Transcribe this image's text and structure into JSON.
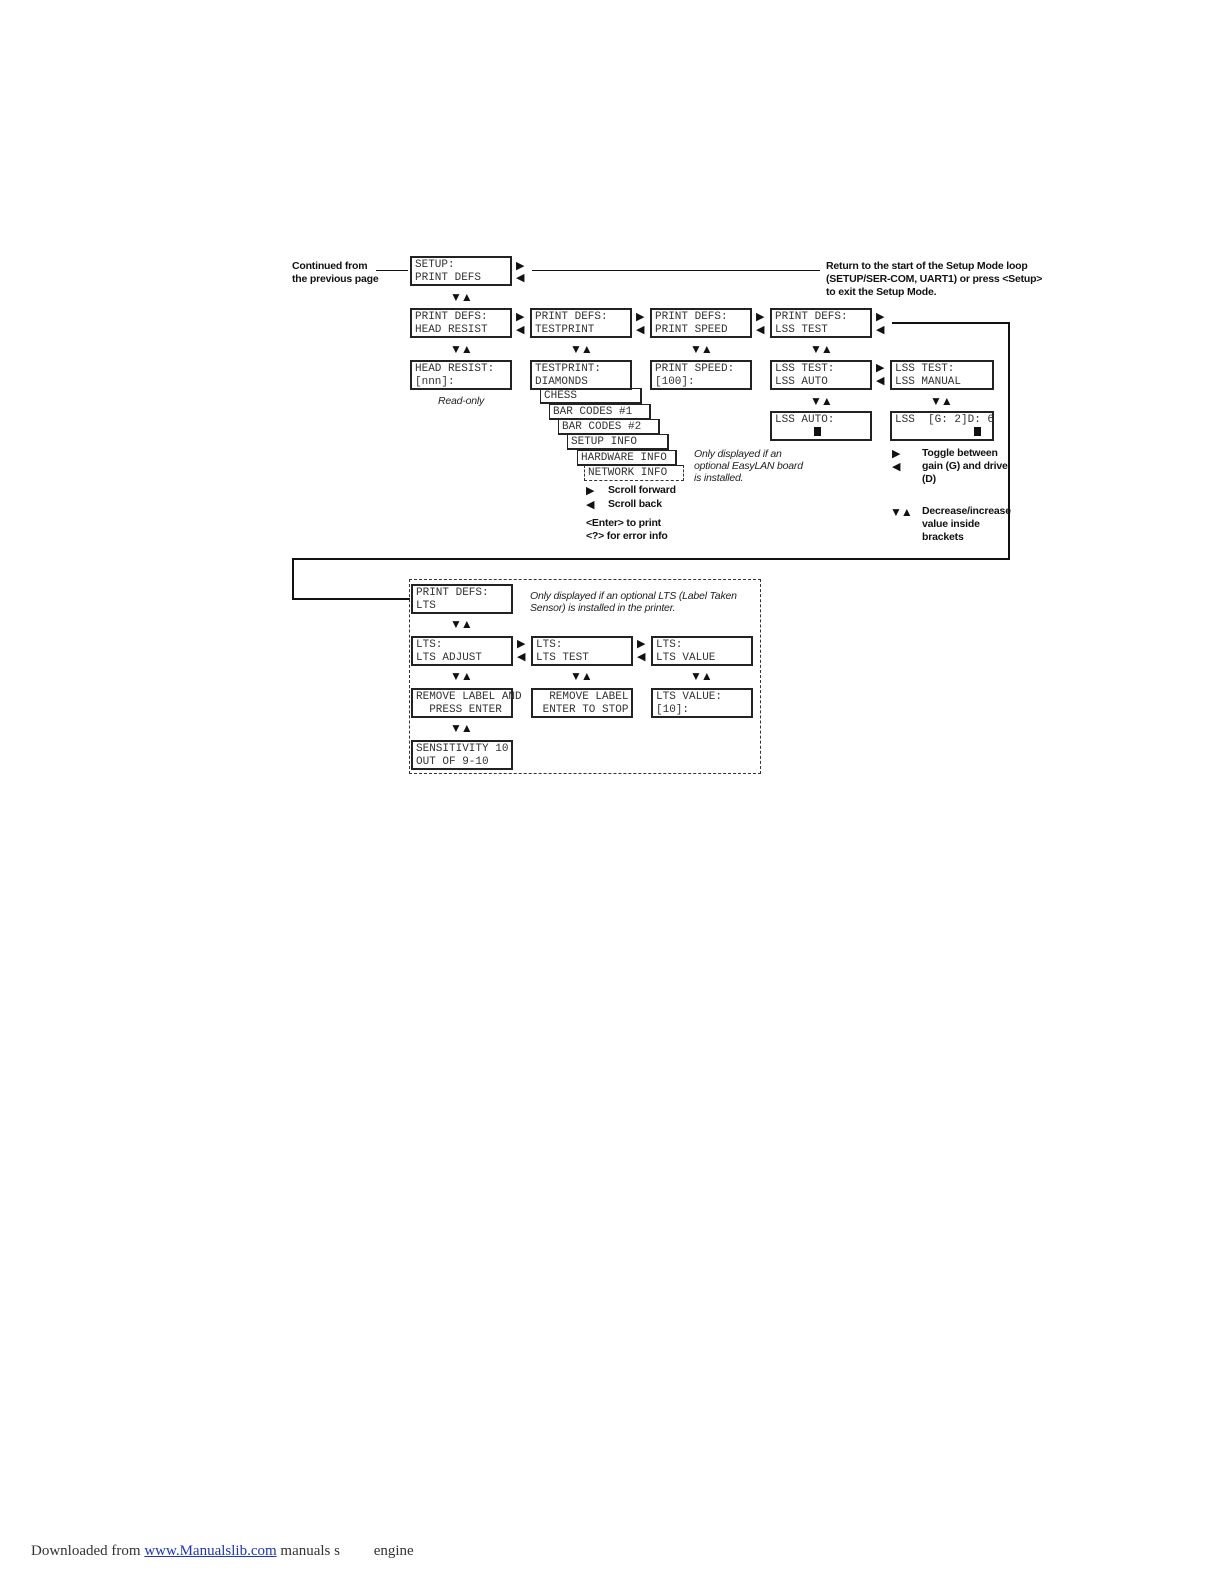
{
  "labels": {
    "continued": "Continued from\nthe previous page",
    "return_note": "Return to the start of the Setup Mode loop\n(SETUP/SER-COM, UART1) or press <Setup>\nto exit the Setup Mode.",
    "read_only": "Read-only",
    "easylan_note": "Only displayed if an\noptional EasyLAN board\nis installed.",
    "scroll_forward": "Scroll forward",
    "scroll_back": "Scroll back",
    "enter_print": "<Enter> to print\n<?> for error info",
    "toggle_gain": "Toggle between\ngain (G) and drive\n(D)",
    "decrease_increase": "Decrease/increase\nvalue inside\nbrackets",
    "lts_note": "Only displayed if an optional LTS (Label Taken\nSensor) is installed in the printer."
  },
  "displays": {
    "setup_print_defs": [
      "SETUP:",
      "PRINT DEFS"
    ],
    "pd_head_resist": [
      "PRINT DEFS:",
      "HEAD RESIST"
    ],
    "pd_testprint": [
      "PRINT DEFS:",
      "TESTPRINT"
    ],
    "pd_print_speed": [
      "PRINT DEFS:",
      "PRINT SPEED"
    ],
    "pd_lss_test": [
      "PRINT DEFS:",
      "LSS TEST"
    ],
    "head_resist_value": [
      "HEAD RESIST:",
      "[nnn]:"
    ],
    "testprint_diamonds": [
      "TESTPRINT:",
      "DIAMONDS"
    ],
    "print_speed_value": [
      "PRINT SPEED:",
      "[100]:"
    ],
    "lss_test_auto": [
      "LSS TEST:",
      "LSS AUTO"
    ],
    "lss_test_manual": [
      "LSS TEST:",
      "LSS MANUAL"
    ],
    "lss_auto_value": [
      "LSS AUTO:"
    ],
    "lss_manual_value": [
      "LSS  [G: 2]D: 6"
    ],
    "pd_lts": [
      "PRINT DEFS:",
      "LTS"
    ],
    "lts_adjust": [
      "LTS:",
      "LTS ADJUST"
    ],
    "lts_test": [
      "LTS:",
      "LTS TEST"
    ],
    "lts_value": [
      "LTS:",
      "LTS VALUE"
    ],
    "remove_label_press_enter": [
      "REMOVE LABEL AND",
      "  PRESS ENTER"
    ],
    "remove_label_enter_stop": [
      "  REMOVE LABEL",
      " ENTER TO STOP"
    ],
    "lts_value_input": [
      "LTS VALUE:",
      "[10]:"
    ],
    "sensitivity": [
      "SENSITIVITY 10",
      "OUT OF 9-10"
    ]
  },
  "testprint_options": [
    "CHESS",
    "BAR CODES #1",
    "BAR CODES #2",
    "SETUP INFO",
    "HARDWARE INFO",
    "NETWORK INFO"
  ],
  "symbols": {
    "right": "▶",
    "left": "◀",
    "updown": "▼▲"
  },
  "footer": {
    "prefix": "Downloaded from",
    "link": "www.Manualslib.com",
    "suffix": " manuals s         engine"
  },
  "colors": {
    "ink": "#111111",
    "link": "#1a35c8"
  }
}
